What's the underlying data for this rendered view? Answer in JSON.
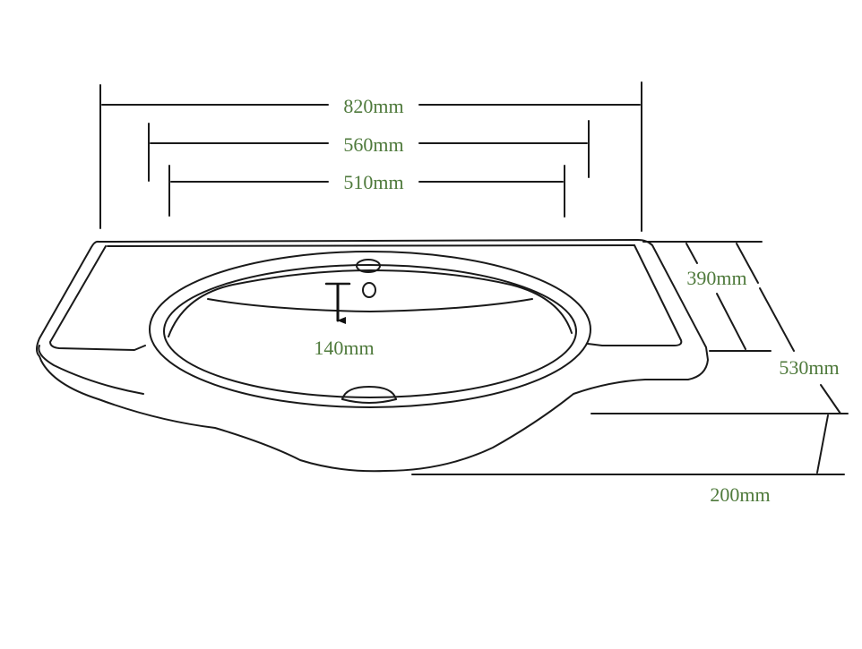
{
  "colors": {
    "line": "#1a1a1a",
    "label": "#4f7a3c",
    "background": "#ffffff"
  },
  "dimensions": {
    "overall_width": "820mm",
    "bowl_width": "560mm",
    "inner_width": "510mm",
    "bowl_depth": "140mm",
    "front_depth": "390mm",
    "total_depth": "530mm",
    "height": "200mm"
  }
}
